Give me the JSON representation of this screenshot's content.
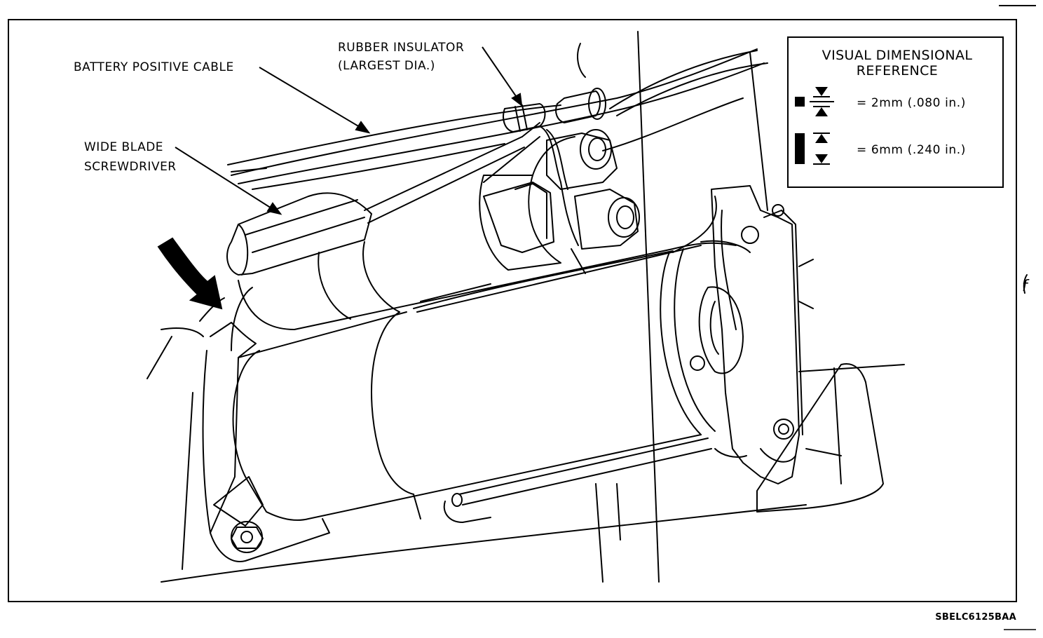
{
  "callouts": {
    "battery_positive_cable": "BATTERY POSITIVE CABLE",
    "rubber_insulator_line1": "RUBBER INSULATOR",
    "rubber_insulator_line2": "(LARGEST DIA.)",
    "wide_blade_line1": "WIDE BLADE",
    "wide_blade_line2": "SCREWDRIVER"
  },
  "legend": {
    "title_line1": "VISUAL DIMENSIONAL",
    "title_line2": "REFERENCE",
    "row1": "= 2mm (.080 in.)",
    "row2": "= 6mm (.240 in.)"
  },
  "figure_code": "SBELC6125BAA",
  "margin_mark": "f",
  "colors": {
    "ink": "#000000",
    "paper": "#ffffff"
  }
}
